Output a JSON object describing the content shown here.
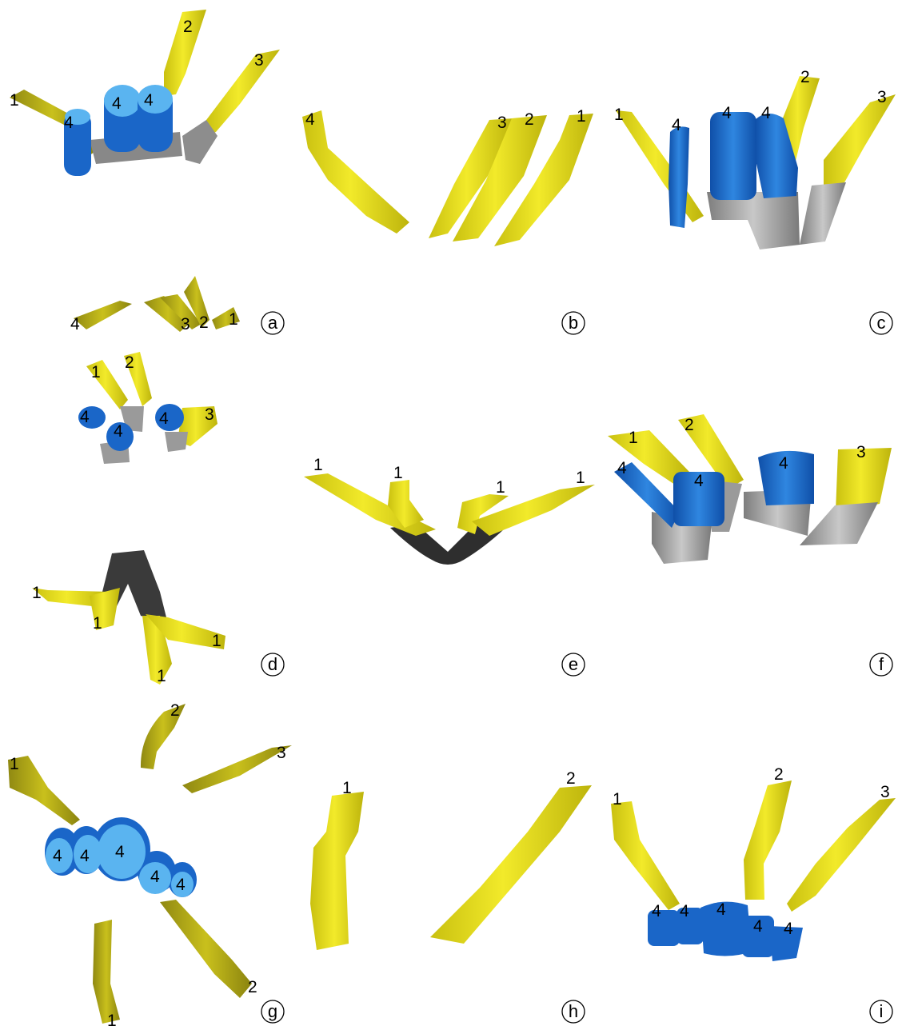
{
  "colors": {
    "yellow": "#e8e01a",
    "yellow_light": "#f6f066",
    "olive": "#b4ab14",
    "blue": "#1a66c8",
    "blue_light": "#5ab4f0",
    "grey": "#9a9a9a",
    "dark_grey": "#3a3a3a"
  },
  "panels": [
    {
      "id": "a",
      "label": "a",
      "numbers": [
        "1",
        "2",
        "3",
        "4",
        "4",
        "4",
        "4",
        "3",
        "2",
        "1"
      ]
    },
    {
      "id": "b",
      "label": "b",
      "numbers": [
        "4",
        "3",
        "2",
        "1"
      ]
    },
    {
      "id": "c",
      "label": "c",
      "numbers": [
        "1",
        "4",
        "4",
        "4",
        "2",
        "3"
      ]
    },
    {
      "id": "d",
      "label": "d",
      "numbers": [
        "1",
        "2",
        "4",
        "4",
        "4",
        "3",
        "1",
        "1",
        "1",
        "1"
      ]
    },
    {
      "id": "e",
      "label": "e",
      "numbers": [
        "1",
        "1",
        "1",
        "1"
      ]
    },
    {
      "id": "f",
      "label": "f",
      "numbers": [
        "1",
        "2",
        "4",
        "4",
        "4",
        "3"
      ]
    },
    {
      "id": "g",
      "label": "g",
      "numbers": [
        "2",
        "3",
        "1",
        "4",
        "4",
        "4",
        "4",
        "4",
        "2",
        "1"
      ]
    },
    {
      "id": "h",
      "label": "h",
      "numbers": [
        "1",
        "2"
      ]
    },
    {
      "id": "i",
      "label": "i",
      "numbers": [
        "1",
        "2",
        "3",
        "4",
        "4",
        "4",
        "4",
        "4"
      ]
    }
  ]
}
